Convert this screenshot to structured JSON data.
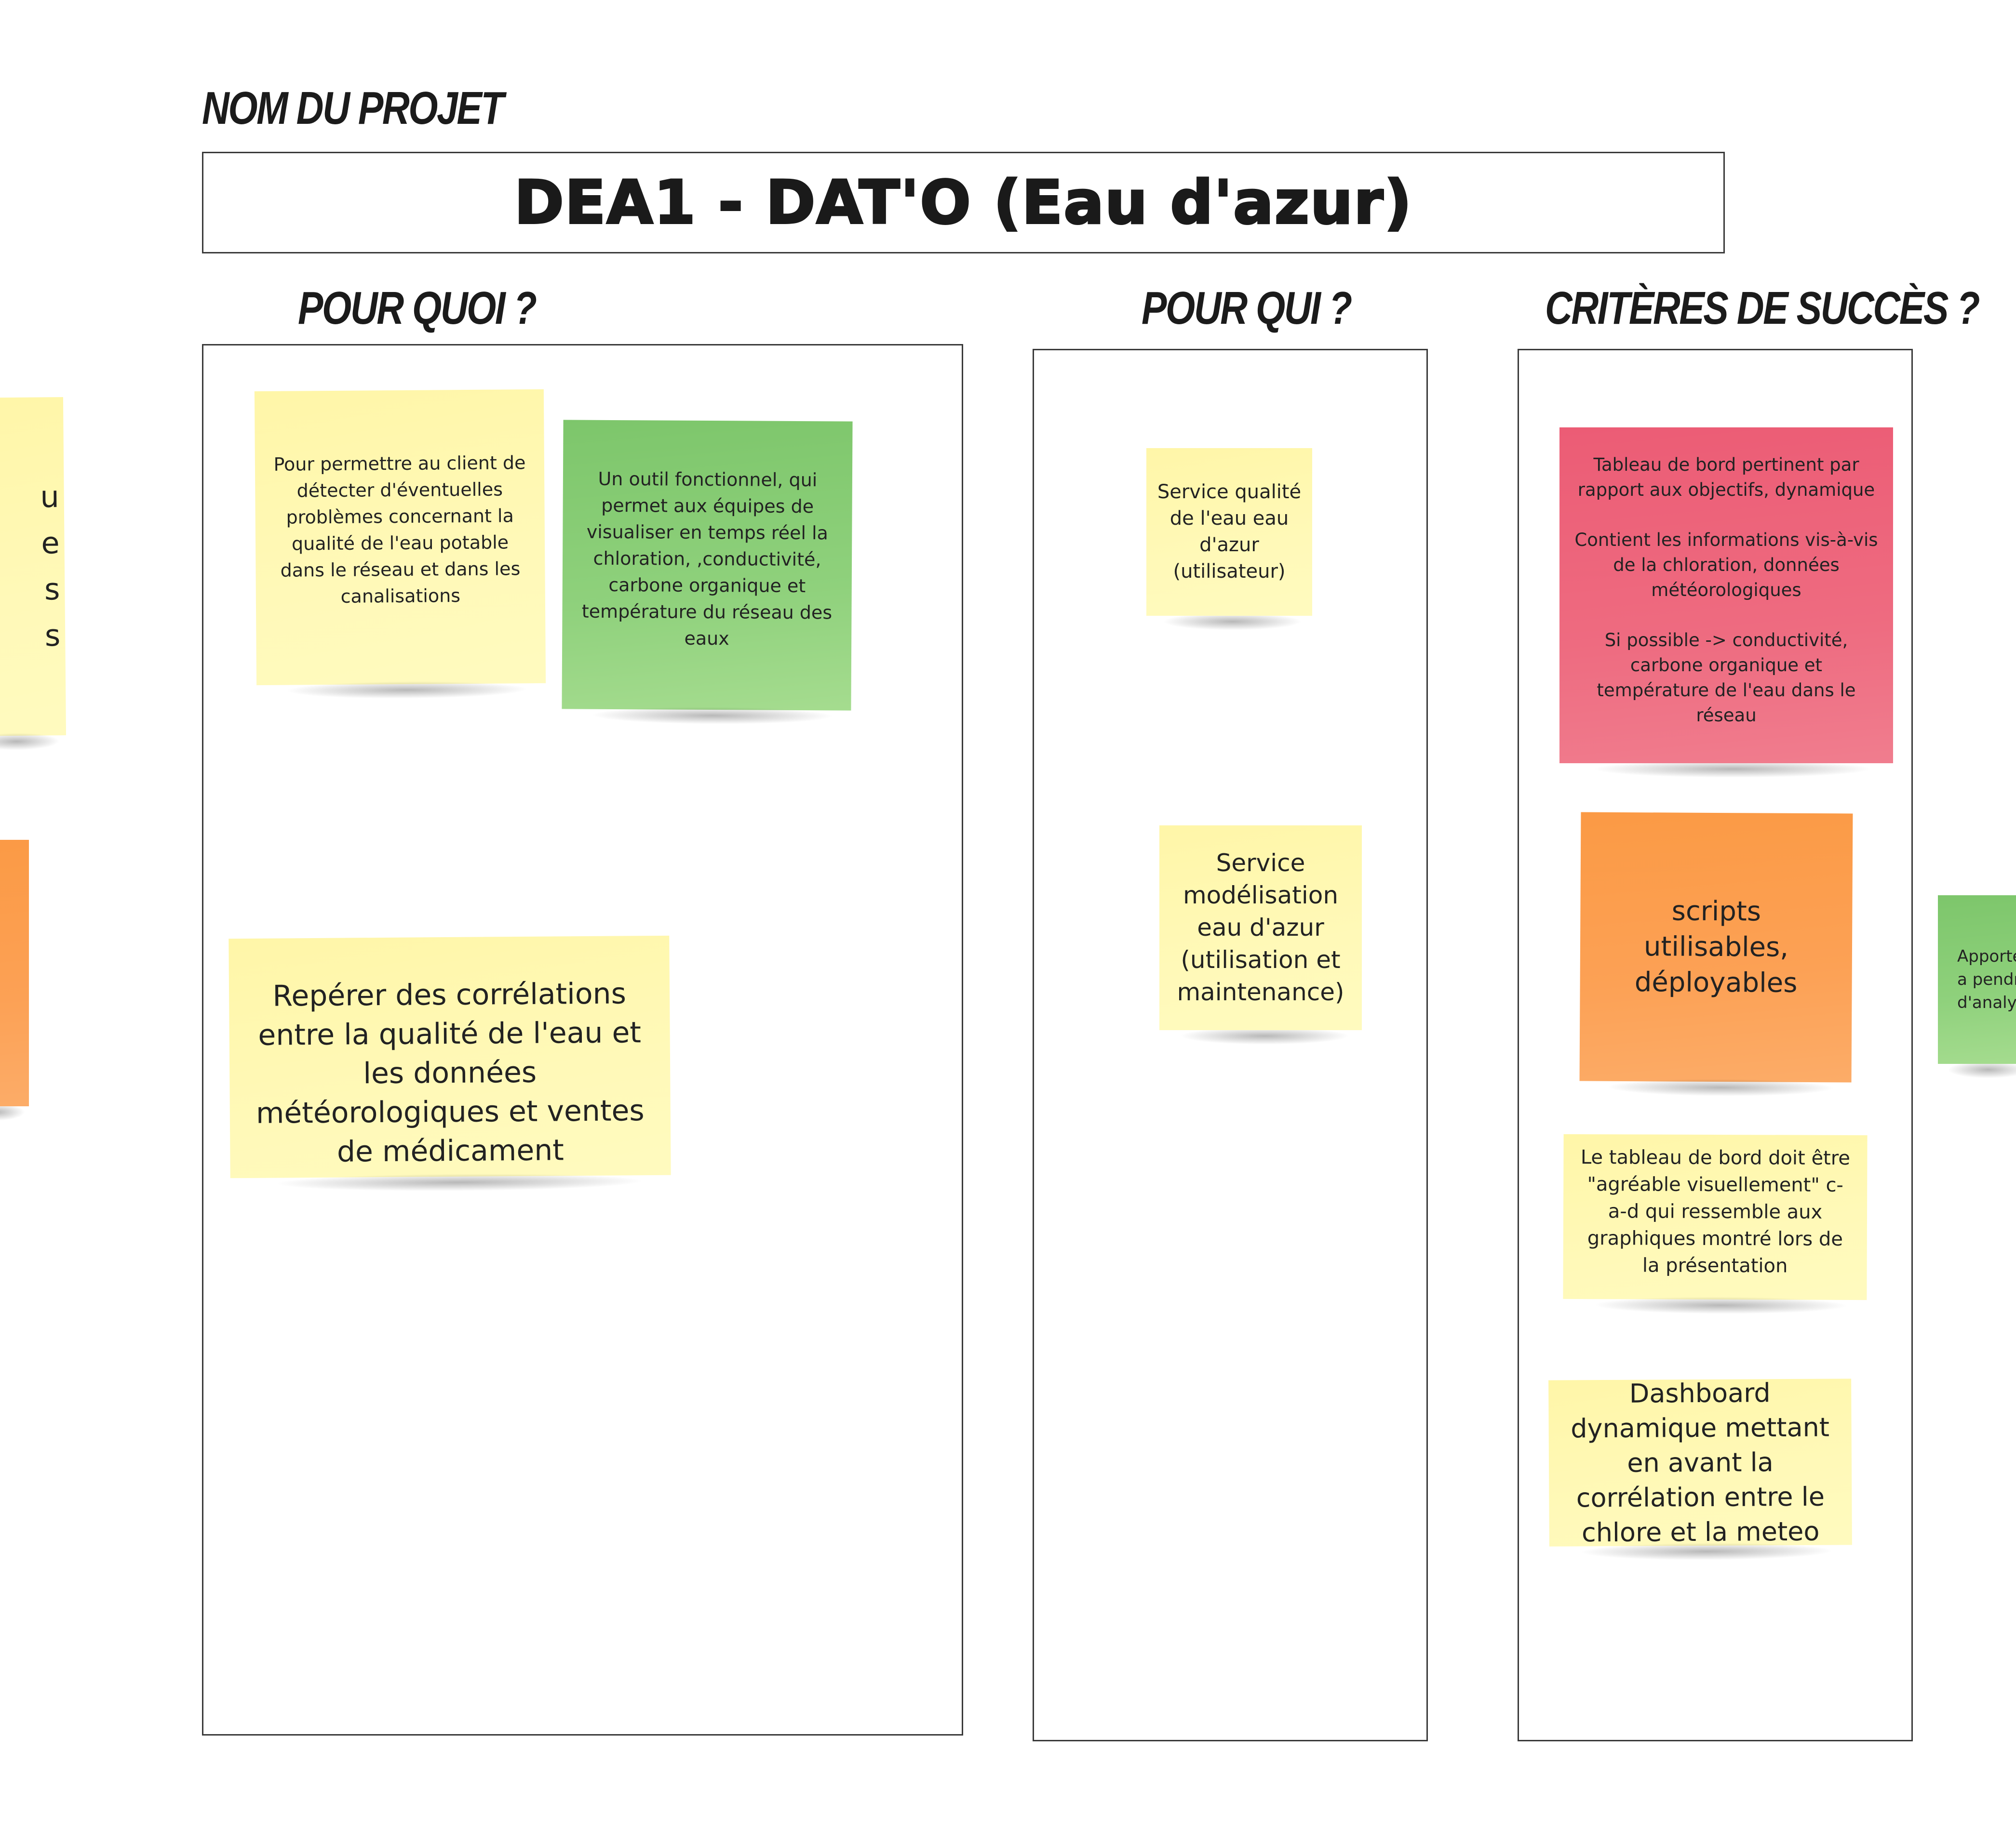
{
  "board": {
    "project_label": "NOM DU PROJET",
    "project_title": "DEA1 - DAT'O (Eau d'azur)"
  },
  "columns": {
    "why": {
      "header": "POUR QUOI ?"
    },
    "who": {
      "header": "POUR QUI ?"
    },
    "success": {
      "header": "CRITÈRES DE SUCCÈS ?"
    }
  },
  "notes": {
    "why_detect": {
      "text": "Pour permettre au client de détecter d'éventuelles problèmes concernant la qualité de l'eau potable dans le réseau  et dans les canalisations",
      "color": "#fff9b8"
    },
    "why_tool": {
      "text": "Un outil fonctionnel, qui permet aux équipes de visualiser en temps réel la chloration, ,conductivité, carbone  organique et température du réseau des eaux",
      "color": "#8fd17c"
    },
    "why_correlations": {
      "text": "Repérer des corrélations entre la qualité de l'eau et les données météorologiques et ventes de médicament",
      "color": "#fff9b8"
    },
    "who_quality": {
      "text": "Service qualité de l'eau eau d'azur (utilisateur)",
      "color": "#fff9b8"
    },
    "who_modeling": {
      "text": "Service modélisation eau d'azur (utilisation et maintenance)",
      "color": "#fff9b8"
    },
    "success_dashboard": {
      "text": "Tableau de bord pertinent par rapport aux objectifs, dynamique\n\nContient les informations vis-à-vis de la chloration, données météorologiques\n\nSi possible -> conductivité, carbone organique et température de l'eau dans le réseau",
      "color": "#ee6b80"
    },
    "success_scripts": {
      "text": "scripts utilisables, déployables",
      "color": "#fca155"
    },
    "success_visual": {
      "text": "Le tableau de bord doit être \"agréable visuellement\" c-a-d qui ressemble aux graphiques montré lors de la présentation",
      "color": "#fff9b8"
    },
    "success_meteo": {
      "text": "Dashboard dynamique mettant en avant la corrélation entre le chlore et la meteo",
      "color": "#fff9b8"
    },
    "edge_left_yellow": {
      "text": "u\ne\ns\ns",
      "color": "#fff9b8"
    },
    "edge_left_orange": {
      "text": "",
      "color": "#fca155"
    },
    "edge_right_green": {
      "text": "Apporte\na pendr\nd'analy",
      "color": "#8fd17c"
    }
  }
}
